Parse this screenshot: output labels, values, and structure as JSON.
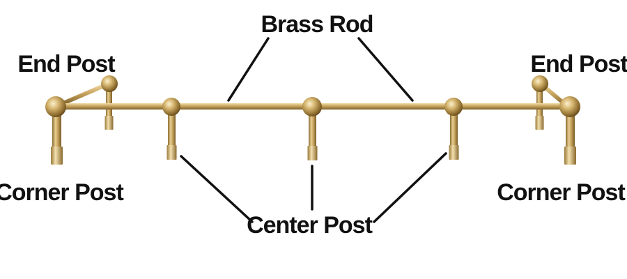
{
  "labels": {
    "brass_rod": "Brass Rod",
    "end_post_left": "End Post",
    "end_post_right": "End Post",
    "corner_post_left": "Corner Post",
    "corner_post_right": "Corner Post",
    "center_post": "Center Post"
  },
  "colors": {
    "background": "#ffffff",
    "label_text": "#111111",
    "leader_line": "#111111",
    "brass_light": "#e8cf93",
    "brass_mid": "#c9a660",
    "brass_dark": "#8a6a2f"
  }
}
